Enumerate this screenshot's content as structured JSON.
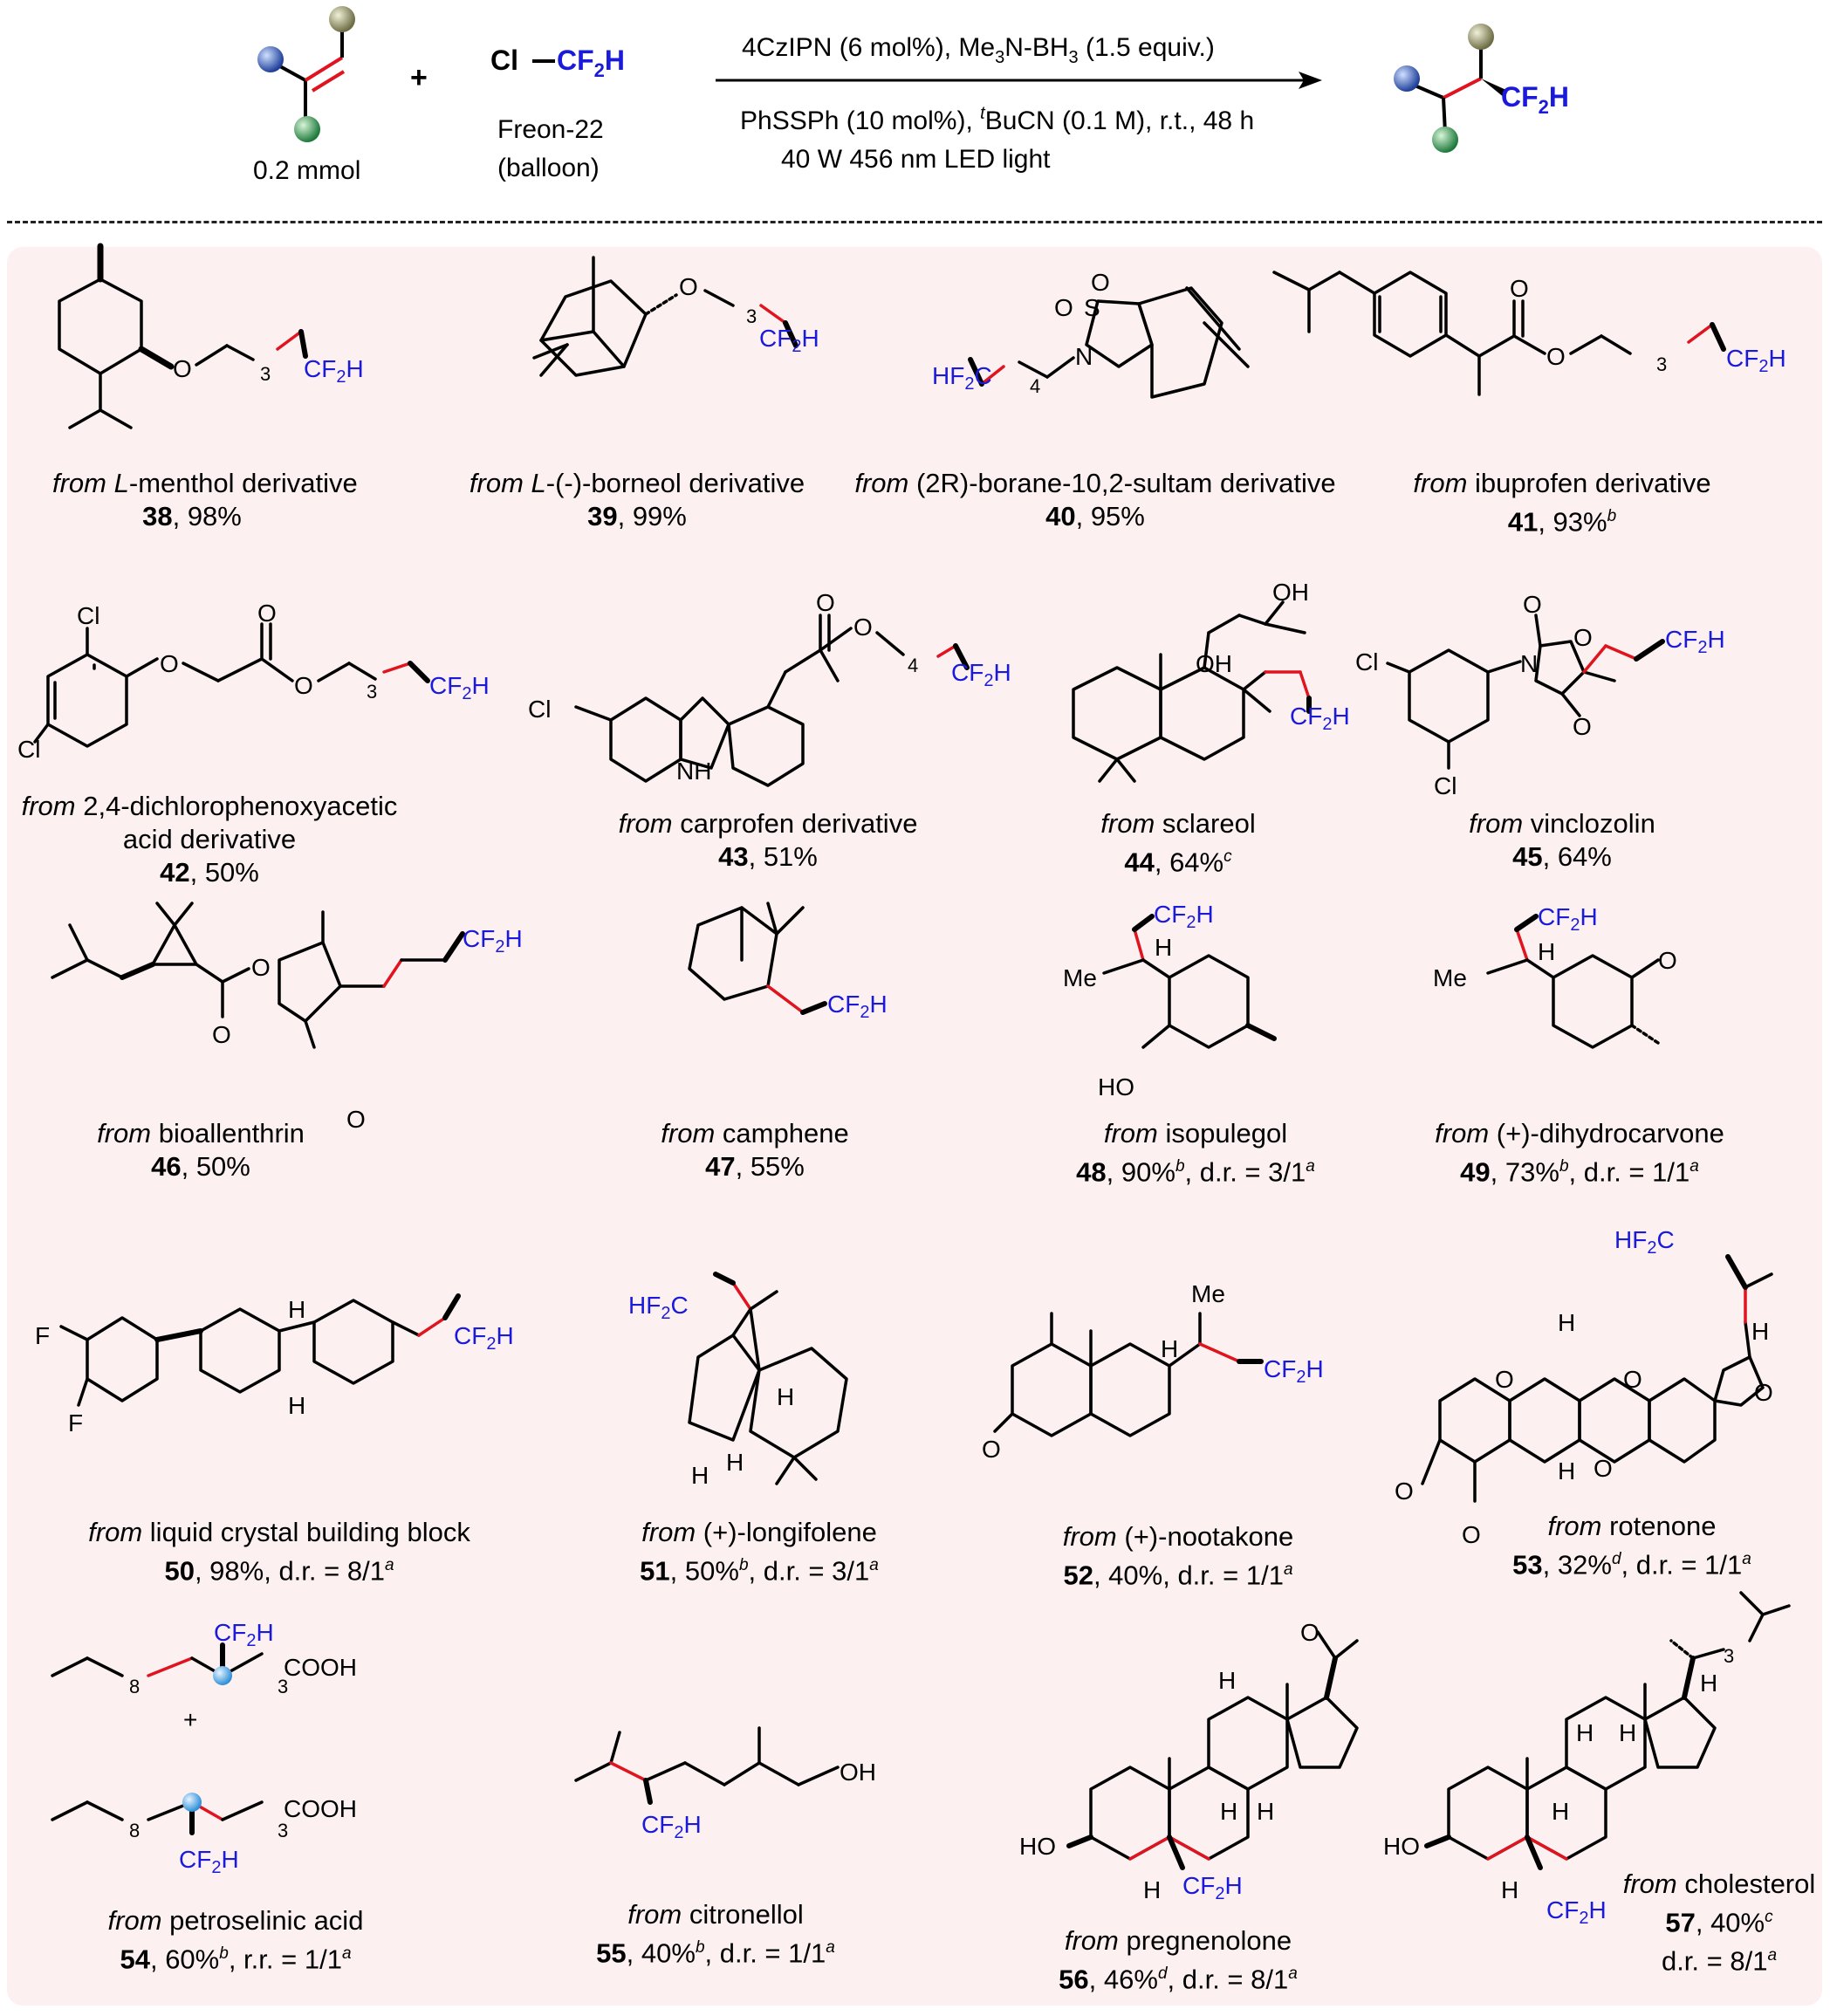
{
  "scheme": {
    "substrate_amount": "0.2 mmol",
    "plus": "+",
    "reagent_cl": "Cl",
    "reagent_cf2h": "CF",
    "reagent_sub2": "2",
    "reagent_h": "H",
    "reagent_name": "Freon-22",
    "reagent_form": "(balloon)",
    "cond_line1": "4CzIPN (6 mol%), Me",
    "cond_line1_sub": "3",
    "cond_line1_b": "N-BH",
    "cond_line1_sub2": "3",
    "cond_line1_end": " (1.5 equiv.)",
    "cond_line2a": "PhSSPh (10 mol%), ",
    "cond_line2_sup": "t",
    "cond_line2b": "BuCN (0.1 M), r.t., 48 h",
    "cond_line3": "40 W 456 nm LED light",
    "product_cf2h": "CF",
    "product_sub": "2",
    "product_h": "H"
  },
  "colors": {
    "blue_group": "#1a1adb",
    "new_bond": "#e0141e",
    "panel_bg": "#fcf0f0",
    "ball_blue": "#3a6fd8",
    "ball_green": "#3aa860",
    "ball_olive": "#9a9a6a"
  },
  "entries": [
    {
      "id": "38",
      "pre": "from ",
      "name": "L",
      "rest": "-menthol derivative",
      "yield": ", 98%",
      "note": ""
    },
    {
      "id": "39",
      "pre": "from ",
      "name": "L",
      "rest": "-(-)-borneol derivative",
      "yield": ", 99%",
      "note": ""
    },
    {
      "id": "40",
      "pre": "from ",
      "name": "",
      "rest": "(2R)-borane-10,2-sultam derivative",
      "yield": ", 95%",
      "note": ""
    },
    {
      "id": "41",
      "pre": "from ",
      "name": "",
      "rest": "ibuprofen derivative",
      "yield": ", 93%",
      "note": "b"
    },
    {
      "id": "42",
      "pre": "from ",
      "name": "",
      "rest": "2,4-dichlorophenoxyacetic",
      "rest2": "acid derivative",
      "yield": ", 50%",
      "note": ""
    },
    {
      "id": "43",
      "pre": "from ",
      "name": "",
      "rest": "carprofen derivative",
      "yield": ", 51%",
      "note": ""
    },
    {
      "id": "44",
      "pre": "from ",
      "name": "",
      "rest": "sclareol",
      "yield": ", 64%",
      "note": "c"
    },
    {
      "id": "45",
      "pre": "from ",
      "name": "",
      "rest": "vinclozolin",
      "yield": ", 64%",
      "note": ""
    },
    {
      "id": "46",
      "pre": "from ",
      "name": "",
      "rest": "bioallenthrin",
      "yield": ", 50%",
      "note": ""
    },
    {
      "id": "47",
      "pre": "from ",
      "name": "",
      "rest": "camphene",
      "yield": ", 55%",
      "note": ""
    },
    {
      "id": "48",
      "pre": "from ",
      "name": "",
      "rest": "isopulegol",
      "yield": ", 90%",
      "note": "b",
      "dr": ", d.r. = 3/1",
      "dr_note": "a"
    },
    {
      "id": "49",
      "pre": "from ",
      "name": "",
      "rest": "(+)-dihydrocarvone",
      "yield": ", 73%",
      "note": "b",
      "dr": ", d.r. = 1/1",
      "dr_note": "a"
    },
    {
      "id": "50",
      "pre": "from ",
      "name": "",
      "rest": "liquid crystal building block",
      "yield": ", 98%",
      "note": "",
      "dr": ", d.r. = 8/1",
      "dr_note": "a"
    },
    {
      "id": "51",
      "pre": "from ",
      "name": "",
      "rest": "(+)-longifolene",
      "yield": ", 50%",
      "note": "b",
      "dr": ", d.r. = 3/1",
      "dr_note": "a"
    },
    {
      "id": "52",
      "pre": "from ",
      "name": "",
      "rest": "(+)-nootakone",
      "yield": ", 40%",
      "note": "",
      "dr": ", d.r. = 1/1",
      "dr_note": "a"
    },
    {
      "id": "53",
      "pre": "from ",
      "name": "",
      "rest": "rotenone",
      "yield": ", 32%",
      "note": "d",
      "dr": ", d.r. = 1/1",
      "dr_note": "a"
    },
    {
      "id": "54",
      "pre": "from ",
      "name": "",
      "rest": "petroselinic acid",
      "yield": ", 60%",
      "note": "b",
      "dr": ", r.r. = 1/1",
      "dr_note": "a"
    },
    {
      "id": "55",
      "pre": "from ",
      "name": "",
      "rest": "citronellol",
      "yield": ", 40%",
      "note": "b",
      "dr": ", d.r. = 1/1",
      "dr_note": "a"
    },
    {
      "id": "56",
      "pre": "from ",
      "name": "",
      "rest": "pregnenolone",
      "yield": ", 46%",
      "note": "d",
      "dr": ", d.r. = 8/1",
      "dr_note": "a"
    },
    {
      "id": "57",
      "pre": "from ",
      "name": "",
      "rest": "cholesterol",
      "yield": ", 40%",
      "note": "c",
      "dr": "d.r. = 8/1",
      "dr_note": "a"
    }
  ],
  "atoms": {
    "cf2h": "CF",
    "sub2": "2",
    "h": "H",
    "hf2c": "HF",
    "c": "C",
    "o": "O",
    "oh": "OH",
    "ho": "HO",
    "cl": "Cl",
    "f": "F",
    "n": "N",
    "nh": "NH",
    "s": "S",
    "me": "Me",
    "cooh": "COOH",
    "plus": "+",
    "n3": "3",
    "n4": "4",
    "n8": "8"
  }
}
